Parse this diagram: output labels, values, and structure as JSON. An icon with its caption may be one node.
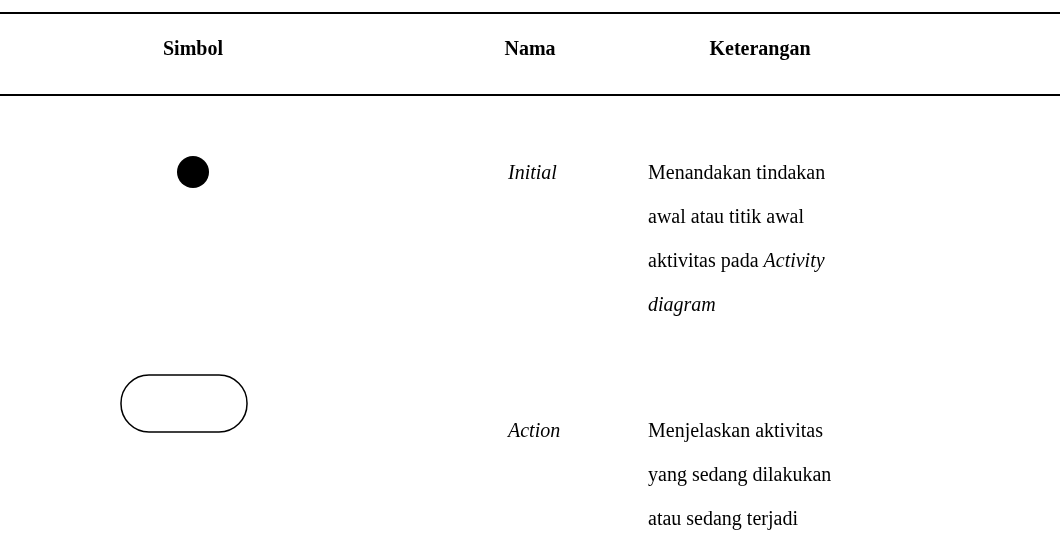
{
  "diagram": {
    "nodes": [
      {
        "text": [],
        "shape": "circle"
      },
      {
        "text": [],
        "shape": "box"
      }
    ],
    "labels": [
      "Simbol",
      "Nama",
      "Keterangan",
      "Initial",
      "Menandakan tindakan awal atau titik awal aktivitas pada *Activity diagram*",
      "Action",
      "Menjelaskan aktivitas yang sedang dilakukan atau sedang terjadi"
    ]
  }
}
